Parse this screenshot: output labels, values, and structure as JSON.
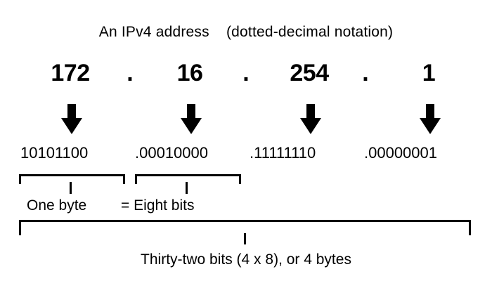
{
  "diagram": {
    "title": "An IPv4 address    (dotted-decimal notation)",
    "address": {
      "decimal_octets": [
        "172",
        "16",
        "254",
        "1"
      ],
      "separators": [
        ".",
        ".",
        "."
      ],
      "binary_octets": [
        "10101100",
        ".00010000",
        ".11111110",
        ".00000001"
      ]
    },
    "arrows": {
      "icon": "down-arrow-icon",
      "count": 4
    },
    "annotations": {
      "byte_label": "One byte",
      "equals_bits_label": "= Eight bits",
      "total_label": "Thirty-two bits (4 x 8), or 4 bytes"
    },
    "colors": {
      "ink": "#000000",
      "background": "#ffffff"
    }
  }
}
